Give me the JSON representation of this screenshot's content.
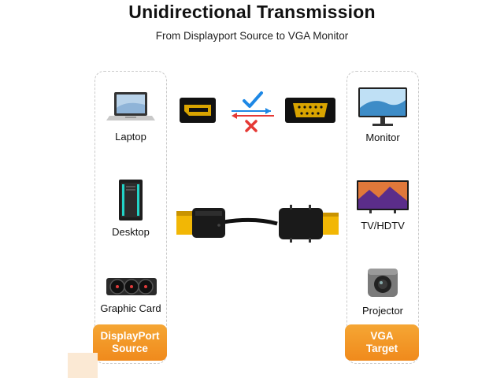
{
  "header": {
    "title": "Unidirectional Transmission",
    "subtitle": "From Displayport Source to VGA Monitor"
  },
  "source_panel": {
    "items": [
      {
        "label": "Laptop",
        "icon": "laptop-icon"
      },
      {
        "label": "Desktop",
        "icon": "desktop-tower-icon"
      },
      {
        "label": "Graphic Card",
        "icon": "graphic-card-icon"
      }
    ],
    "badge_line1": "DisplayPort",
    "badge_line2": "Source"
  },
  "target_panel": {
    "items": [
      {
        "label": "Monitor",
        "icon": "monitor-icon"
      },
      {
        "label": "TV/HDTV",
        "icon": "tv-icon"
      },
      {
        "label": "Projector",
        "icon": "projector-icon"
      }
    ],
    "badge_line1": "VGA",
    "badge_line2": "Target"
  },
  "colors": {
    "accent_orange": "#f39a22",
    "check_blue": "#1e88e5",
    "cross_red": "#e53935",
    "connector_gold": "#f2b705"
  }
}
